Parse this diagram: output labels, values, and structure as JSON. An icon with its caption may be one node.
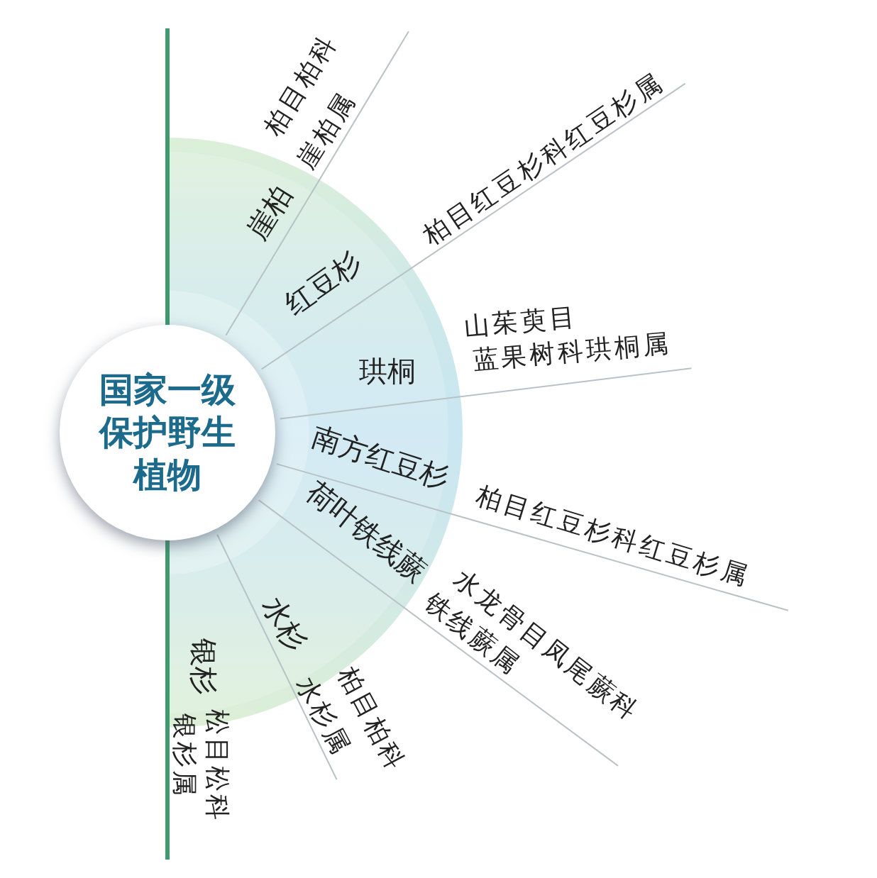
{
  "diagram": {
    "nodes": [
      {
        "text": [
          "国家一级保护野生植物"
        ]
      },
      {
        "text": [
          "崖柏"
        ],
        "beside": [
          "柏目柏科",
          "崖柏属"
        ]
      },
      {
        "text": [
          "红豆杉"
        ],
        "beside": [
          "柏目红豆杉科红豆杉属"
        ]
      },
      {
        "text": [
          "珙桐"
        ],
        "beside": [
          "山茱萸目",
          "蓝果树科珙桐属"
        ]
      },
      {
        "text": [
          "南方红豆杉"
        ],
        "beside": [
          "柏目红豆杉科红豆杉属"
        ]
      },
      {
        "text": [
          "荷叶铁线蕨"
        ],
        "beside": [
          "水龙骨目凤尾蕨科",
          "铁线蕨属"
        ]
      },
      {
        "text": [
          "水杉"
        ],
        "beside": [
          "柏目柏科",
          "水杉属"
        ]
      },
      {
        "text": [
          "银杉"
        ],
        "beside": [
          "松目松科",
          "银杉属"
        ]
      }
    ]
  }
}
